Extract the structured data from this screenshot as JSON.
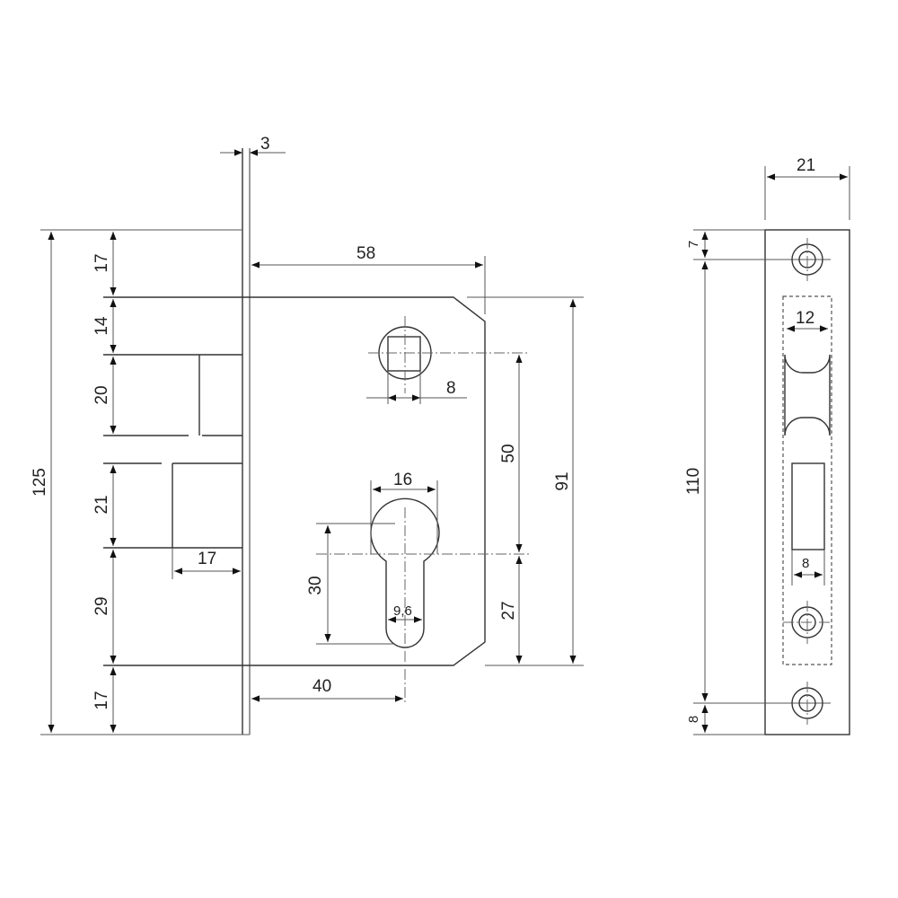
{
  "drawing": {
    "title": "Mortise lock technical drawing",
    "units": "mm",
    "colors": {
      "line": "#333333",
      "dimension": "#555555",
      "background": "#ffffff"
    }
  },
  "lock_body": {
    "faceplate_thickness": "3",
    "backset_handle": "58",
    "spindle_square": "8",
    "spindle_to_cylinder": "50",
    "case_height": "91",
    "cylinder_width": "16",
    "cylinder_height": "30",
    "cylinder_slot": "9,6",
    "cylinder_to_bottom": "27",
    "backset_cylinder": "40",
    "latch_projection": "17",
    "overall_height": "125",
    "left_chain": [
      "17",
      "14",
      "20",
      "21",
      "29",
      "17"
    ]
  },
  "faceplate_view": {
    "width": "21",
    "top_hole_offset": "7",
    "hole_spacing": "110",
    "bottom_hole_offset": "8",
    "latch_opening_width": "12",
    "bolt_opening_width": "8"
  }
}
